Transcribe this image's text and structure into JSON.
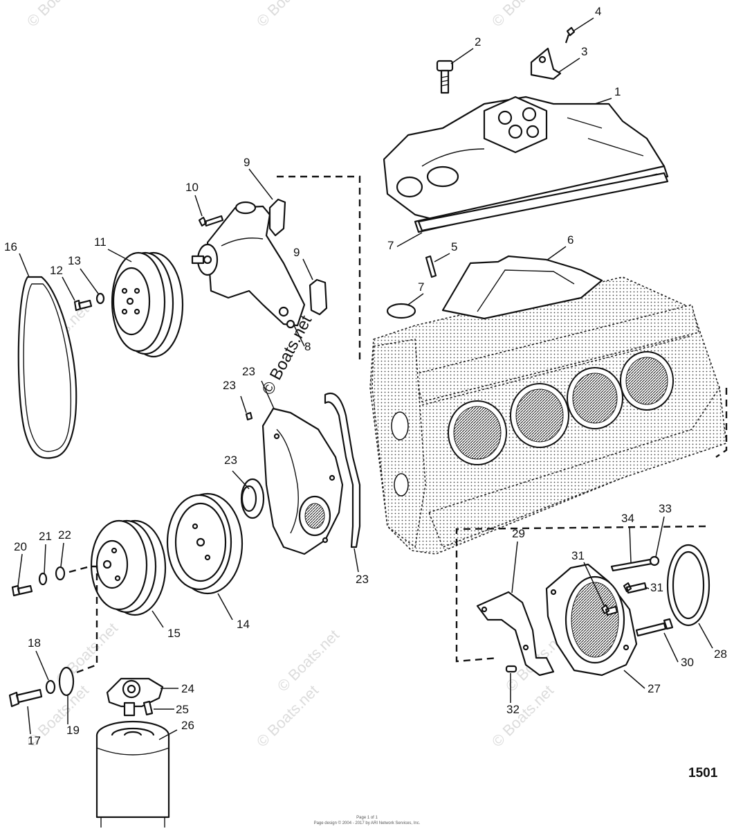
{
  "watermark_text": "© Boats.net",
  "figure_number": "1501",
  "footer": {
    "line1": "Page 1 of 1",
    "line2": "Page design © 2004 - 2017 by ARI Network Services, Inc."
  },
  "parts": [
    {
      "id": "1",
      "name": "intake-manifold"
    },
    {
      "id": "2",
      "name": "manifold-bolt"
    },
    {
      "id": "3",
      "name": "lifting-bracket"
    },
    {
      "id": "4",
      "name": "bracket-screw"
    },
    {
      "id": "5",
      "name": "stud"
    },
    {
      "id": "6",
      "name": "valley-cover-plate"
    },
    {
      "id": "7",
      "name": "manifold-gasket-and-o-ring"
    },
    {
      "id": "8",
      "name": "water-pump-body"
    },
    {
      "id": "9",
      "name": "water-pump-gasket"
    },
    {
      "id": "10",
      "name": "water-pump-bolt"
    },
    {
      "id": "11",
      "name": "water-pump-pulley"
    },
    {
      "id": "12",
      "name": "pulley-bolt"
    },
    {
      "id": "13",
      "name": "pulley-lock-washer"
    },
    {
      "id": "14",
      "name": "harmonic-balancer"
    },
    {
      "id": "15",
      "name": "crankshaft-pulley"
    },
    {
      "id": "16",
      "name": "drive-belt"
    },
    {
      "id": "17",
      "name": "balancer-bolt"
    },
    {
      "id": "18",
      "name": "balancer-washer"
    },
    {
      "id": "19",
      "name": "balancer-plate-washer"
    },
    {
      "id": "20",
      "name": "pulley-screw"
    },
    {
      "id": "21",
      "name": "pulley-lock-washer-small"
    },
    {
      "id": "22",
      "name": "pulley-flat-washer"
    },
    {
      "id": "23",
      "name": "timing-cover-and-seal-and-gasket"
    },
    {
      "id": "24",
      "name": "oil-filter-adapter"
    },
    {
      "id": "25",
      "name": "adapter-screw"
    },
    {
      "id": "26",
      "name": "oil-filter"
    },
    {
      "id": "27",
      "name": "rear-main-seal-housing"
    },
    {
      "id": "28",
      "name": "rear-main-seal"
    },
    {
      "id": "29",
      "name": "seal-housing-gasket"
    },
    {
      "id": "30",
      "name": "housing-screw"
    },
    {
      "id": "31",
      "name": "housing-bolt"
    },
    {
      "id": "32",
      "name": "dowel-pin"
    },
    {
      "id": "33",
      "name": "stud-nut"
    },
    {
      "id": "34",
      "name": "housing-stud"
    }
  ]
}
